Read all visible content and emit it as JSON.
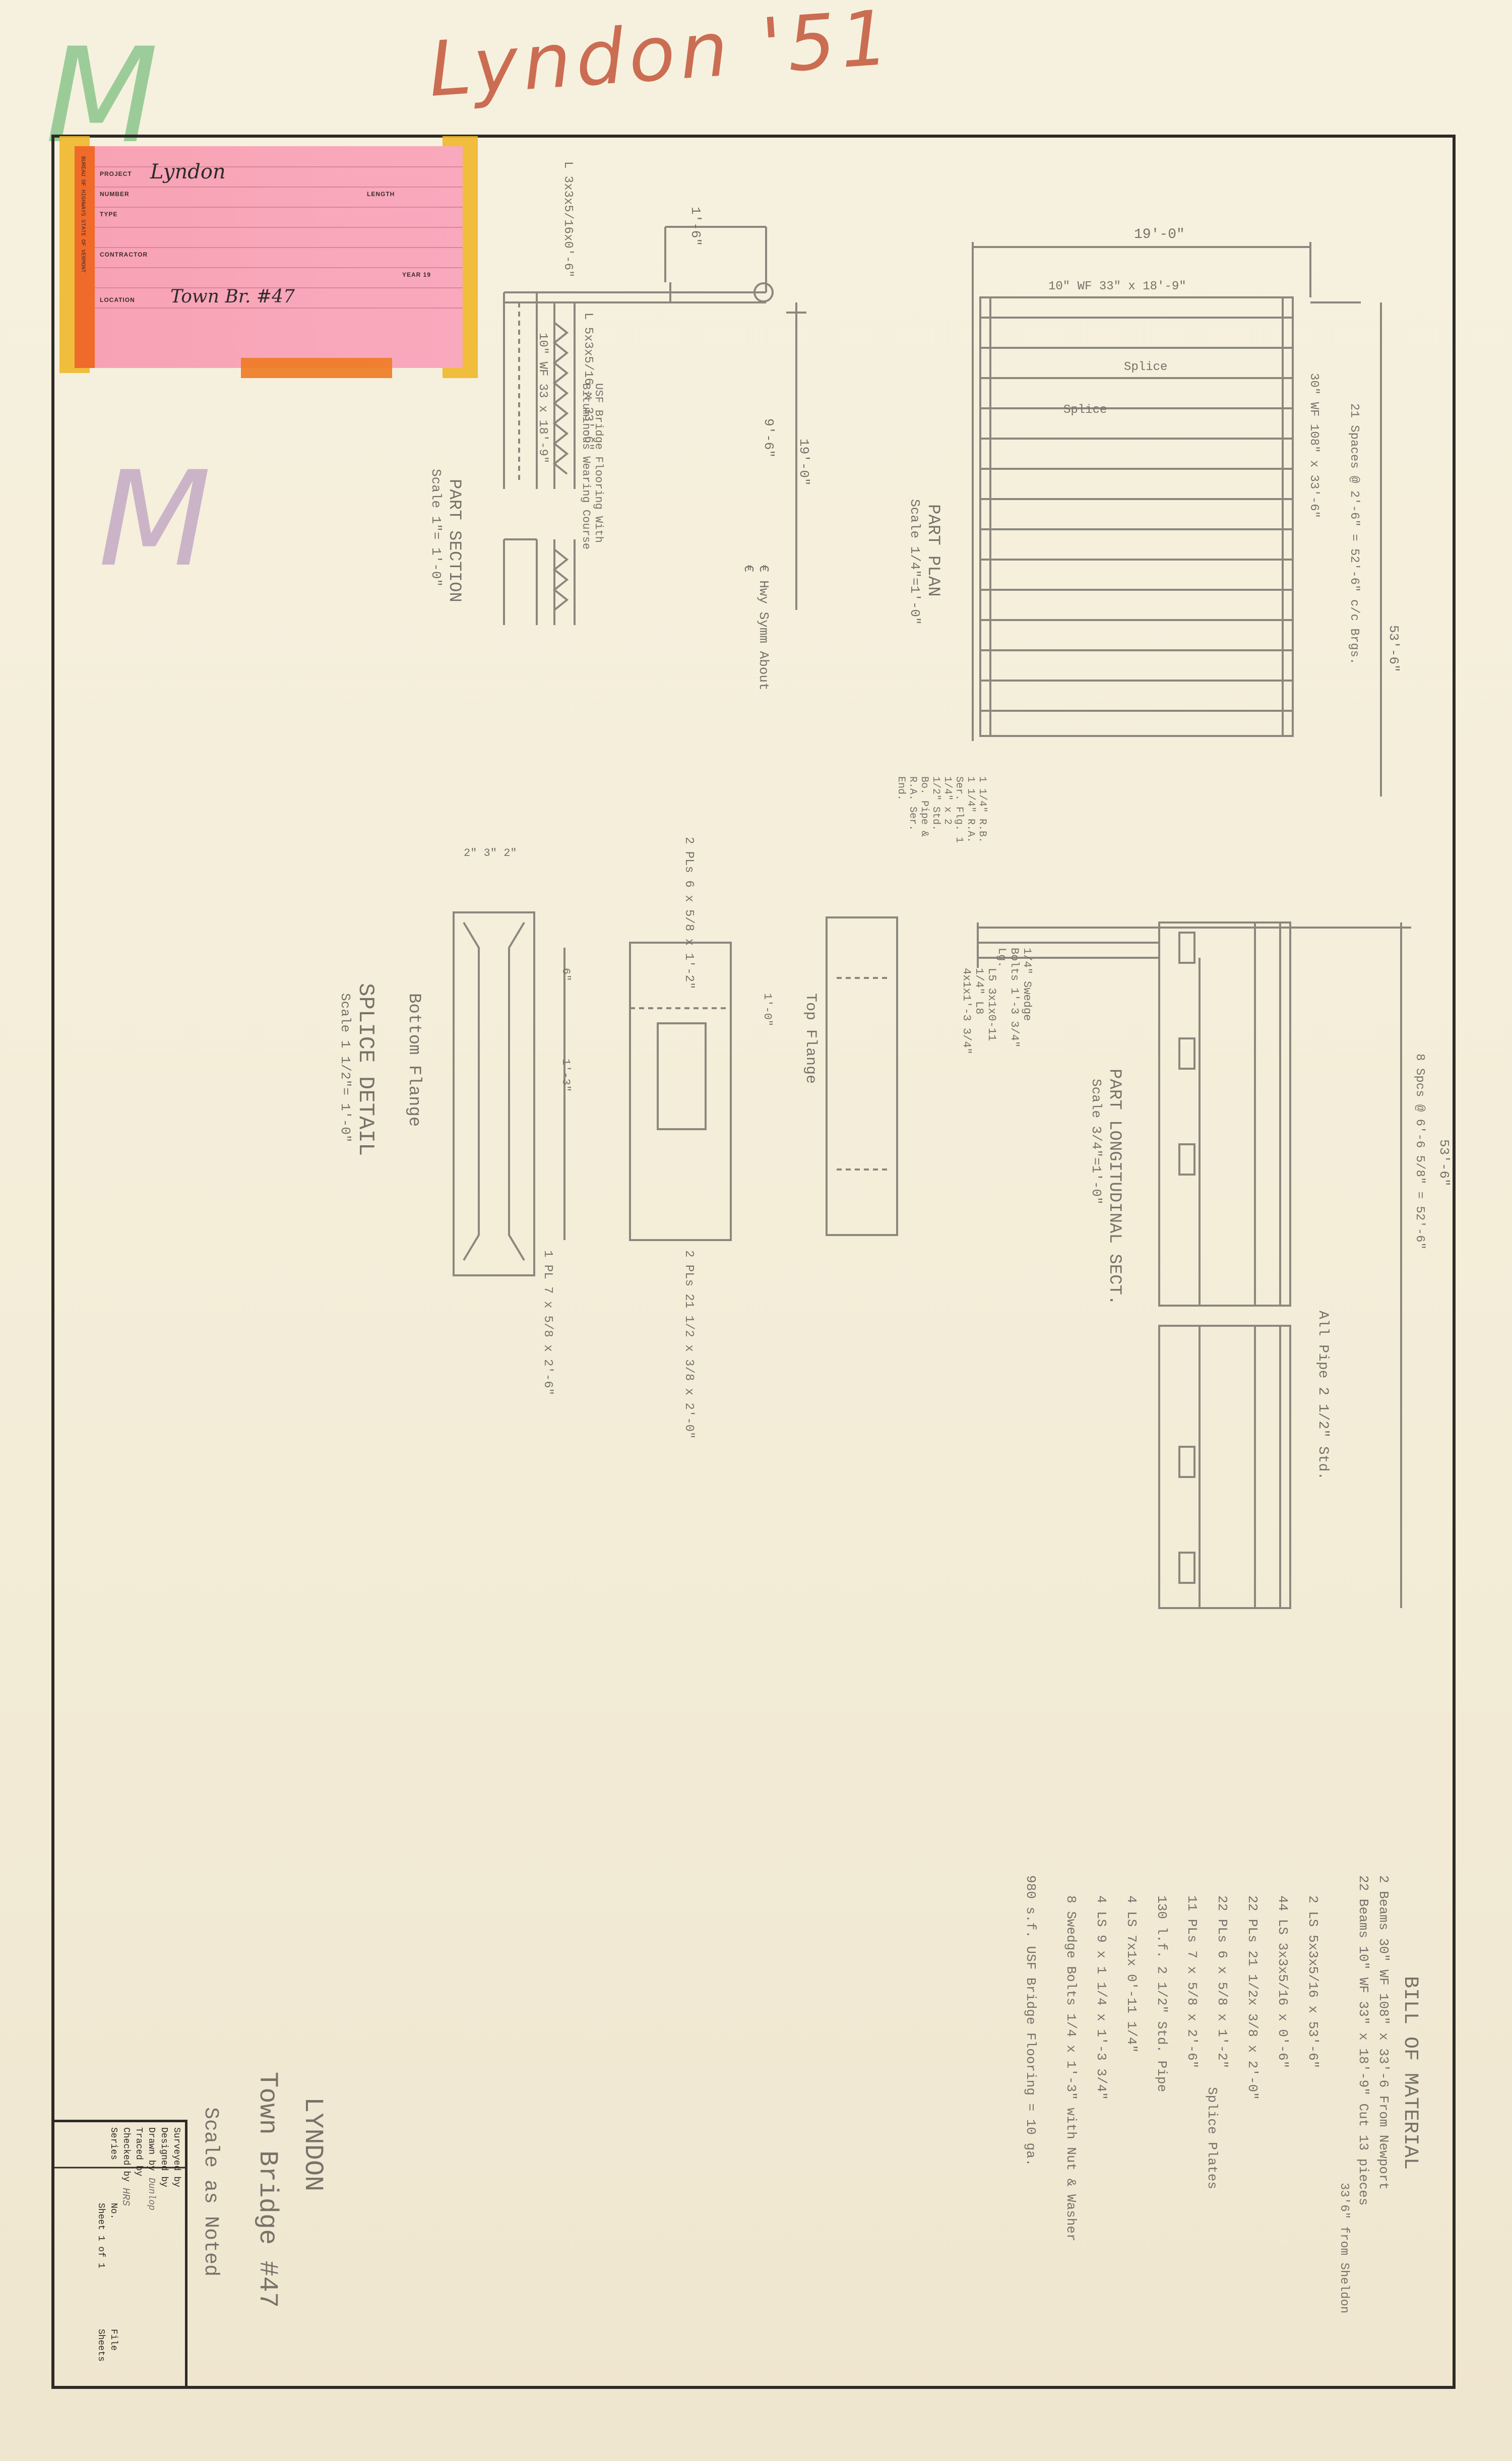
{
  "header_handwriting": "Lyndon '51",
  "corner_marks": {
    "top": "M",
    "middle": "M"
  },
  "label_card": {
    "project_key": "PROJECT",
    "project_value": "Lyndon",
    "number_key": "NUMBER",
    "length_key": "LENGTH",
    "type_key": "TYPE",
    "contractor_key": "CONTRACTOR",
    "year_key": "YEAR 19",
    "location_key": "LOCATION",
    "location_value": "Town Br. #47",
    "side_print": "BUREAU OF HIGHWAYS STATE OF VERMONT"
  },
  "part_section": {
    "title": "PART SECTION",
    "scale": "Scale 1\"= 1'-0\"",
    "dim_top": "1'-6\"",
    "angle1": "L 3x3x5/16x0'-6\"",
    "angle2": "L 5x3x5/16 x 33'-6\"",
    "beam": "10\" WF 33 x 18'-9\"",
    "flooring": "USF Bridge Flooring With Bituminous Wearing Course",
    "dim_width": "19'-0\"",
    "dim_half": "9'-6\"",
    "note": "€ Hwy Symm About €"
  },
  "part_plan": {
    "title": "PART PLAN",
    "scale": "Scale 1/4\"=1'-0\"",
    "dim_width": "19'-0\"",
    "stringer": "10\" WF 33\" x 18'-9\"",
    "splice1": "Splice",
    "splice2": "Splice",
    "girder": "30\" WF 108\" x 33'-6\"",
    "spaces": "21 Spaces @ 2'-6\" = 52'-6\" c/c Brgs.",
    "length": "53'-6\""
  },
  "part_longitudinal": {
    "title": "PART LONGITUDINAL SECT.",
    "scale": "Scale 3/4\"=1'-0\"",
    "length": "53'-6\"",
    "spaces": "8 Spcs @ 6'-6 5/8\" = 52'-6\"",
    "pipe": "All Pipe 2 1/2\" Std.",
    "bolts": "1/4\" Swedge Bolts 1'-3 3/4\" Lg.",
    "angle": "L5 3x1x0-11 1/4\" L8 4x1x1'-3 3/4\"",
    "notes": "1 1/4\" R.B. 1 1/4\" R.A. Ser. Flg. 1 1/4\" x 2 1/2\" Std. Bo. Pipe & R.A. Ser. End."
  },
  "splice_detail": {
    "title": "SPLICE DETAIL",
    "scale": "Scale 1 1/2\"= 1'-0\"",
    "top_flange": "Top Flange",
    "bottom_flange": "Bottom Flange",
    "plate_top": "2 PLs 6 x 5/8 x 1'-2\"",
    "plate_web": "2 PLs 21 1/2 x 3/8 x 2'-0\"",
    "plate_bottom": "1 PL 7 x 5/8 x 2'-6\"",
    "dims_top": "2\" 3\" 2\"",
    "dim_a": "6\"",
    "dim_b": "1'-3\"",
    "dim_c": "1'-0\""
  },
  "bill_of_material": {
    "title": "BILL OF MATERIAL",
    "lines": [
      "2 Beams 30\" WF 108\" x 33'-6 From Newport",
      "22 Beams 10\" WF 33\" x 18'-9\" Cut 13 pieces",
      "33'6\" from Sheldon",
      "2 LS 5x3x5/16 x 53'-6\"",
      "44 LS 3x3x5/16 x 0'-6\"",
      "22 PLs 21 1/2x 3/8 x 2'-0\"",
      "22 PLs 6 x 5/8 x 1'-2\"",
      "11 PLs 7 x 5/8 x 2'-6\"",
      "130 l.f. 2 1/2\" Std. Pipe",
      "4 LS 7x1x 0'-11 1/4\"",
      "4 LS 9 x 1 1/4 x 1'-3 3/4\"",
      "8 Swedge Bolts 1/4 x 1'-3\" with Nut & Washer",
      "980 s.f. USF Bridge Flooring = 10 ga."
    ],
    "bracket_label": "Splice Plates"
  },
  "title_text": {
    "line1": "LYNDON",
    "line2": "Town Bridge #47",
    "line3": "Scale as Noted"
  },
  "title_block": {
    "lines": [
      "Surveyed by",
      "Designed by",
      "Drawn by",
      "Traced by",
      "Checked by",
      "Series"
    ],
    "drawn_value": "Dunlop",
    "checked_value": "HRS",
    "no": "No.",
    "sheet": "Sheet 1 of 1",
    "file": "File",
    "sheets": "Sheets"
  }
}
